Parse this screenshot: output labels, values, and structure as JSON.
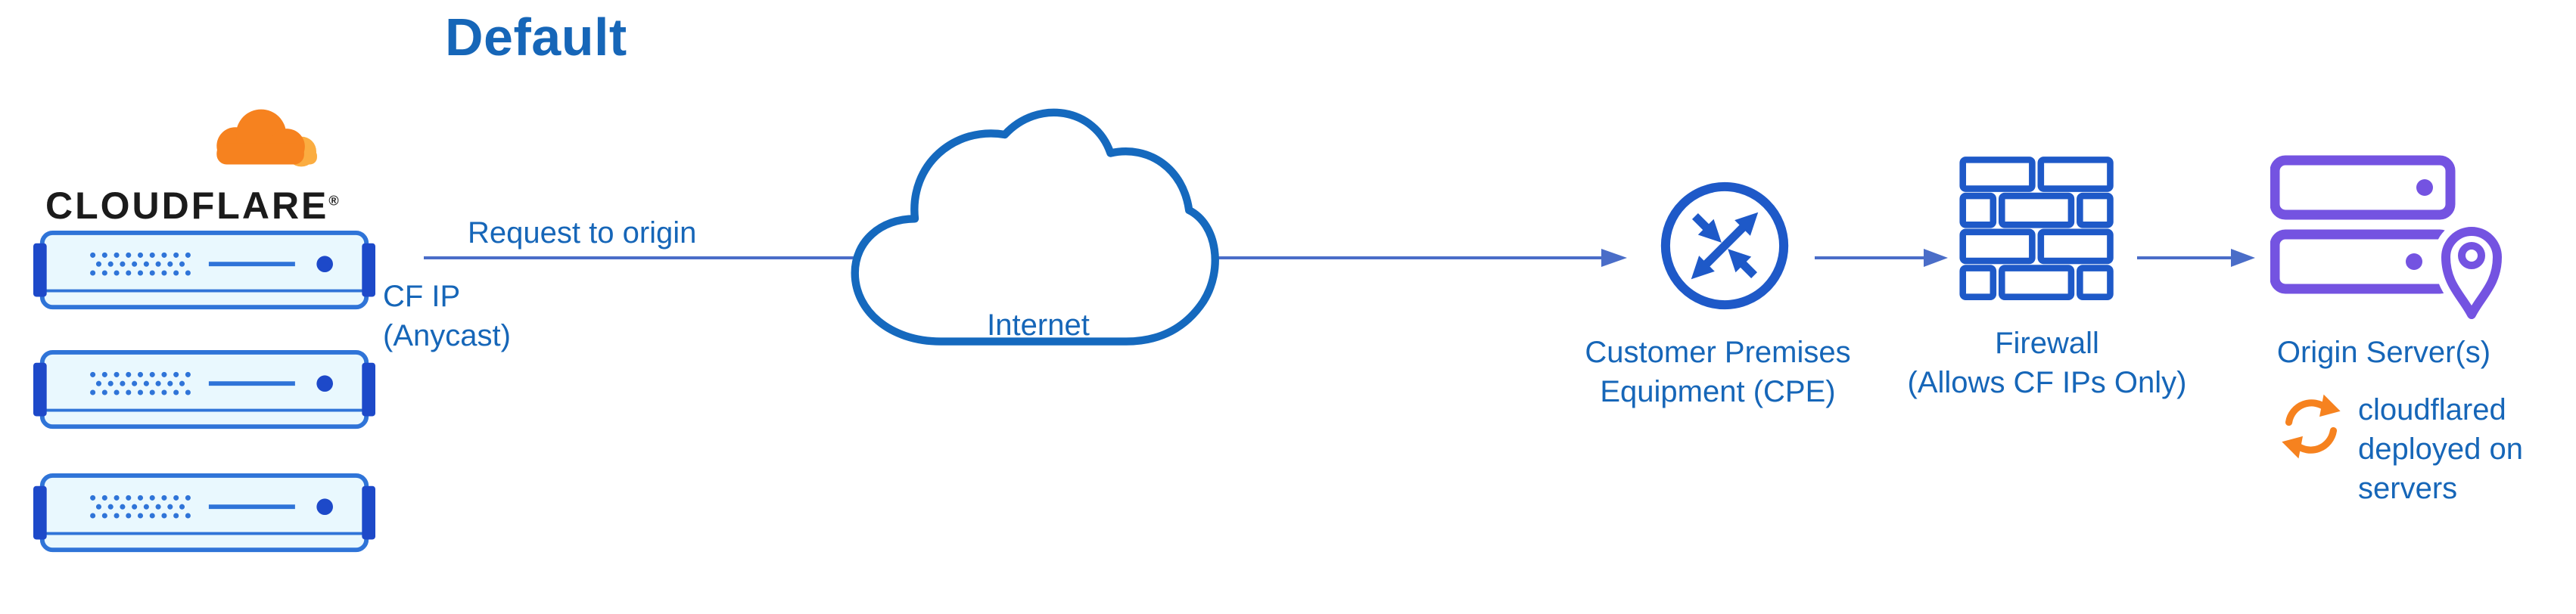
{
  "title": "Default",
  "brand": {
    "name": "CLOUDFLARE",
    "registered_mark": "®"
  },
  "nodes": {
    "request_label": "Request to origin",
    "cf_ip_lines": [
      "CF IP",
      "(Anycast)"
    ],
    "internet_label": "Internet",
    "cpe_label_lines": [
      "Customer Premises",
      "Equipment (CPE)"
    ],
    "firewall_label_lines": [
      "Firewall",
      "(Allows CF IPs Only)"
    ],
    "origin_label": "Origin Server(s)",
    "cloudflared_note_lines": [
      "cloudflared",
      "deployed on",
      "servers"
    ]
  },
  "icons": {
    "cloudflare_logo": "cloudflare-orange-cloud-logo",
    "edge_servers": "three-stacked-edge-server-racks",
    "internet": "cloud-outline",
    "cpe": "router-circle-with-crossed-arrows",
    "firewall": "brick-wall",
    "origin": "stacked-servers-with-location-pin",
    "cloudflared": "sync-circular-arrows"
  },
  "colors": {
    "heading_blue": "#1666B8",
    "label_blue": "#1666B8",
    "arrow_blue": "#4A6DC8",
    "icon_blue": "#1E59C8",
    "cloud_stroke_blue": "#1569BE",
    "server_fill": "#E9F8FE",
    "server_stroke": "#2F74D8",
    "server_pad_navy": "#1D49C9",
    "origin_purple": "#7453E1",
    "cloudflare_orange": "#F6821F",
    "cloudflare_orange_light": "#FBAD41",
    "logo_text": "#1B1B1B",
    "background": "#FFFFFF"
  }
}
